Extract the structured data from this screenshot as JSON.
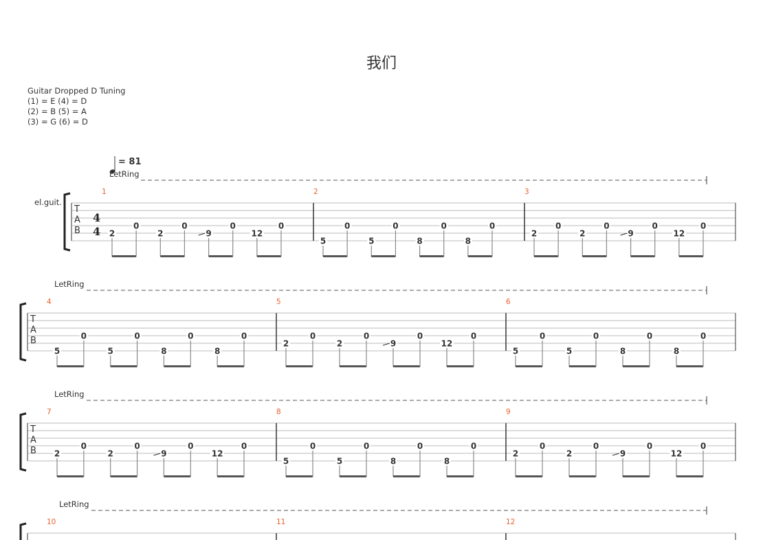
{
  "title": "我们",
  "tuning": {
    "heading": "Guitar Dropped D Tuning",
    "lines": [
      "(1) = E (4) = D",
      "(2) = B (5) = A",
      "(3) = G (6) = D"
    ]
  },
  "tempo": {
    "label": "= 81",
    "bpm": 81
  },
  "instrument": "el.guit.",
  "let_ring": "LetRing",
  "time_signature": {
    "top": "4",
    "bottom": "4"
  },
  "tab_letters": [
    "T",
    "A",
    "B"
  ],
  "colors": {
    "measure_number": "#e8602c",
    "staff": "#bbbbbb",
    "ink": "#333333"
  },
  "systems": [
    {
      "measures": [
        1,
        2,
        3
      ]
    },
    {
      "measures": [
        4,
        5,
        6
      ]
    },
    {
      "measures": [
        7,
        8,
        9
      ]
    },
    {
      "measures": [
        10,
        11,
        12
      ]
    }
  ],
  "patterns": {
    "A": [
      {
        "f": "2",
        "s": 5
      },
      {
        "f": "0",
        "s": 4
      },
      {
        "f": "2",
        "s": 5
      },
      {
        "f": "0",
        "s": 4
      },
      {
        "f": "9",
        "s": 5,
        "slide": true
      },
      {
        "f": "0",
        "s": 4
      },
      {
        "f": "12",
        "s": 5
      },
      {
        "f": "0",
        "s": 4
      }
    ],
    "B": [
      {
        "f": "5",
        "s": 6
      },
      {
        "f": "0",
        "s": 4
      },
      {
        "f": "5",
        "s": 6
      },
      {
        "f": "0",
        "s": 4
      },
      {
        "f": "8",
        "s": 6
      },
      {
        "f": "0",
        "s": 4
      },
      {
        "f": "8",
        "s": 6
      },
      {
        "f": "0",
        "s": 4
      }
    ]
  },
  "measures": {
    "1": "A",
    "2": "B",
    "3": "A",
    "4": "B",
    "5": "A",
    "6": "B",
    "7": "A",
    "8": "B",
    "9": "A",
    "10": "",
    "11": "",
    "12": ""
  }
}
